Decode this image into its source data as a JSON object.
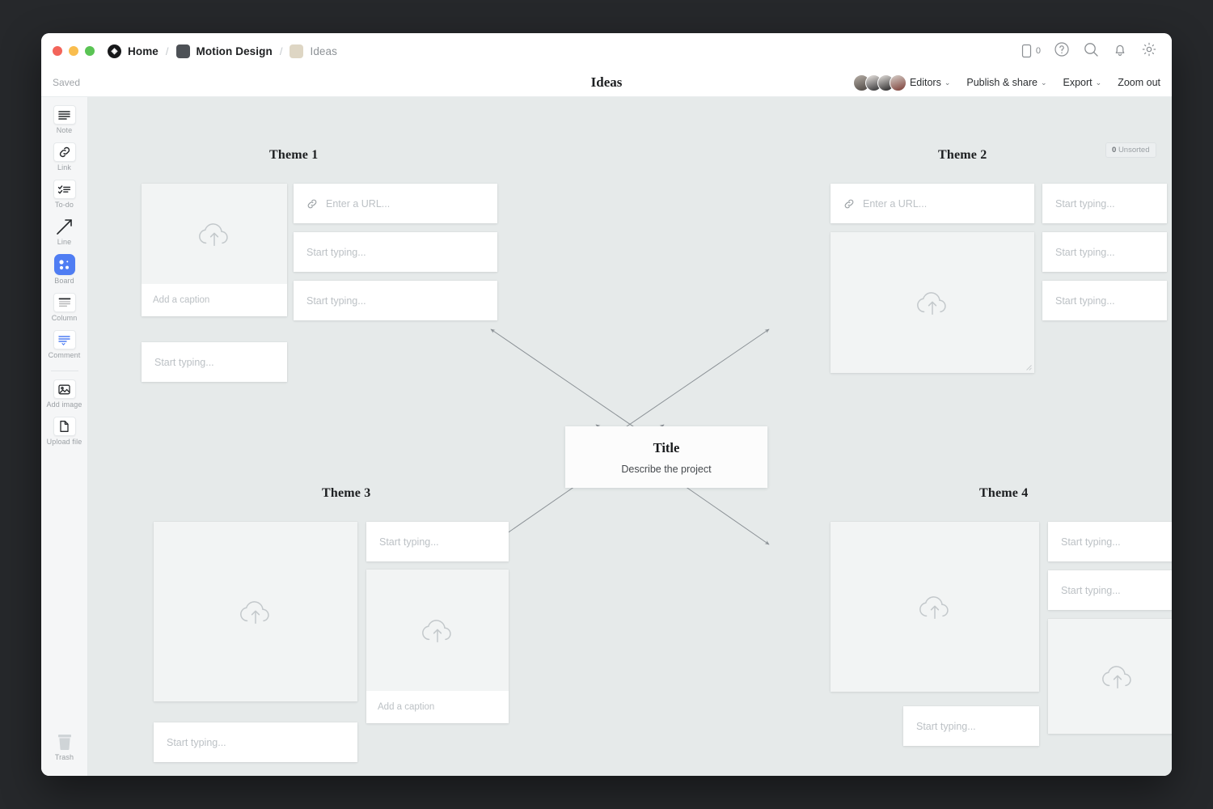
{
  "window": {
    "traffic_lights": [
      "close",
      "minimize",
      "maximize"
    ]
  },
  "titlebar": {
    "breadcrumbs": [
      {
        "label": "Home",
        "icon": "app-logo-icon",
        "muted": false
      },
      {
        "label": "Motion Design",
        "icon": "folder-dark-icon",
        "muted": false
      },
      {
        "label": "Ideas",
        "icon": "folder-tan-icon",
        "muted": true
      }
    ],
    "separator": "/",
    "icons": [
      {
        "name": "mobile-preview-icon",
        "count": "0"
      },
      {
        "name": "help-icon"
      },
      {
        "name": "search-icon"
      },
      {
        "name": "notifications-bell-icon"
      },
      {
        "name": "settings-gear-icon"
      }
    ]
  },
  "subbar": {
    "status": "Saved",
    "doc_title": "Ideas",
    "editors_label": "Editors",
    "publish_label": "Publish & share",
    "export_label": "Export",
    "zoom_label": "Zoom out",
    "caret": "⌄"
  },
  "sidebar": {
    "tools": [
      {
        "label": "Note",
        "icon": "note-icon",
        "active": false
      },
      {
        "label": "Link",
        "icon": "link-icon",
        "active": false
      },
      {
        "label": "To-do",
        "icon": "todo-checklist-icon",
        "active": false
      },
      {
        "label": "Line",
        "icon": "line-arrow-icon",
        "active": false
      },
      {
        "label": "Board",
        "icon": "board-icon",
        "active": true
      },
      {
        "label": "Column",
        "icon": "column-icon",
        "active": false
      },
      {
        "label": "Comment",
        "icon": "comment-icon",
        "active": false
      },
      {
        "label": "Add image",
        "icon": "add-image-icon",
        "active": false
      },
      {
        "label": "Upload file",
        "icon": "upload-file-icon",
        "active": false
      }
    ],
    "trash": {
      "label": "Trash",
      "icon": "trash-icon"
    }
  },
  "canvas": {
    "unsorted_badge": {
      "count": "0",
      "label": "Unsorted"
    },
    "center": {
      "title": "Title",
      "description": "Describe the project"
    },
    "themes": [
      {
        "title": "Theme 1"
      },
      {
        "title": "Theme 2"
      },
      {
        "title": "Theme 3"
      },
      {
        "title": "Theme 4"
      }
    ],
    "placeholders": {
      "text": "Start typing...",
      "url": "Enter a URL...",
      "caption": "Add a caption"
    }
  },
  "colors": {
    "canvas_bg": "#e6eaea",
    "card_bg": "#ffffff",
    "image_zone_bg": "#f2f4f4",
    "sidebar_bg": "#f5f6f7",
    "accent": "#4f7df3",
    "placeholder_text": "#bcc1c5"
  }
}
